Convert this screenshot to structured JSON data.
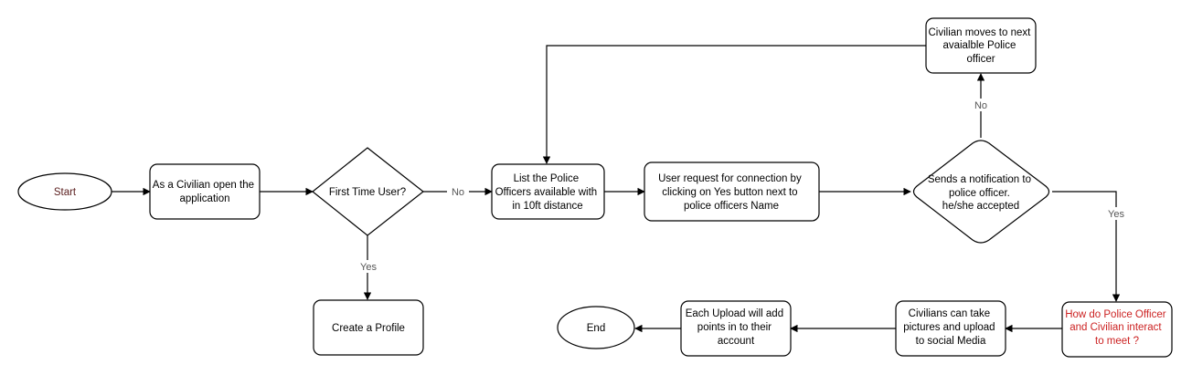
{
  "diagram": {
    "nodes": {
      "start": "Start",
      "open_app": [
        "As a Civilian open the",
        "application"
      ],
      "first_time": "First Time User?",
      "create_profile": "Create a Profile",
      "list_officers": [
        "List the Police",
        "Officers available with",
        "in 10ft distance"
      ],
      "user_request": [
        "User request for connection by",
        "clicking on Yes button next to",
        "police officers Name"
      ],
      "notification": [
        "Sends a notification to",
        "police officer.",
        "he/she accepted"
      ],
      "next_officer": [
        "Civilian moves to next",
        "avaialble Police",
        "officer"
      ],
      "interact": [
        "How do Police Officer",
        "and Civilian interact",
        "to meet ?"
      ],
      "upload": [
        "Civilians can take",
        "pictures and upload",
        "to social Media"
      ],
      "points": [
        "Each Upload will add",
        "points in to their",
        "account"
      ],
      "end": "End"
    },
    "edge_labels": {
      "no_first": "No",
      "yes_first": "Yes",
      "no_notify": "No",
      "yes_notify": "Yes"
    }
  },
  "colors": {
    "stroke": "#000000",
    "text": "#000000",
    "edge_label": "#555555",
    "terminal_text": "#5a1e1e",
    "highlight_text": "#cc2222"
  }
}
